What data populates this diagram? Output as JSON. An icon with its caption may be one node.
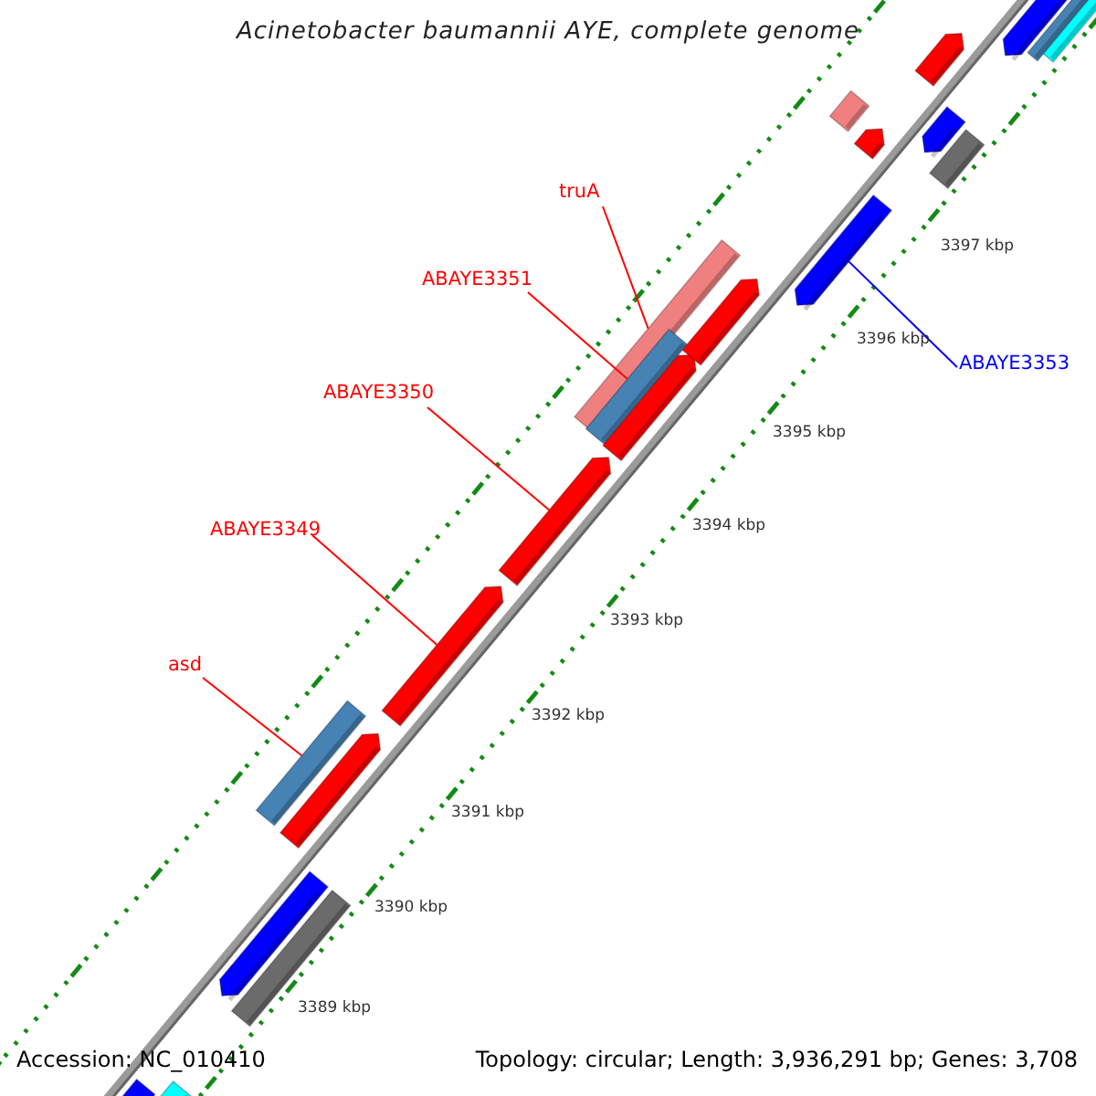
{
  "diagram": {
    "title": "Acinetobacter baumannii AYE, complete genome",
    "nodes": [
      {
        "text": [
          "truA"
        ]
      },
      {
        "text": [],
        "shape": "bar"
      },
      {
        "text": [
          "ABAYE3351"
        ]
      },
      {
        "text": [],
        "shape": "bar"
      },
      {
        "text": [
          "ABAYE3350"
        ]
      },
      {
        "text": [],
        "shape": "bar"
      },
      {
        "text": [
          "ABAYE3349"
        ]
      },
      {
        "text": [],
        "shape": "bar"
      },
      {
        "text": [
          "asd"
        ]
      },
      {
        "text": [],
        "shape": "bar"
      },
      {
        "text": [
          "ABAYE3353"
        ]
      },
      {
        "text": [],
        "shape": "bar"
      },
      {
        "text": [],
        "shape": "bar"
      },
      {
        "text": [],
        "shape": "bar"
      },
      {
        "text": [],
        "shape": "bar"
      },
      {
        "text": [],
        "shape": "bar"
      },
      {
        "text": [],
        "shape": "bar"
      },
      {
        "text": [],
        "shape": "bar"
      },
      {
        "text": [],
        "shape": "bar"
      },
      {
        "text": [],
        "shape": "bar"
      },
      {
        "text": [],
        "shape": "bar"
      },
      {
        "text": [],
        "shape": "bar"
      },
      {
        "text": [],
        "shape": "bar"
      },
      {
        "text": [],
        "shape": "bar"
      },
      {
        "text": [],
        "shape": "bar"
      },
      {
        "text": [],
        "shape": "bar"
      },
      {
        "text": [],
        "shape": "bar"
      }
    ],
    "edges": [
      {
        "from": 0,
        "to": 1,
        "arrow": "none"
      },
      {
        "from": 2,
        "to": 3,
        "arrow": "none"
      },
      {
        "from": 4,
        "to": 5,
        "arrow": "none"
      },
      {
        "from": 6,
        "to": 7,
        "arrow": "none"
      },
      {
        "from": 8,
        "to": 9,
        "arrow": "none"
      },
      {
        "from": 10,
        "to": 11,
        "arrow": "none",
        "color": "#0000ff"
      }
    ],
    "labels": [
      "3397 kbp",
      "3396 kbp",
      "3395 kbp",
      "3394 kbp",
      "3393 kbp",
      "3392 kbp",
      "3391 kbp",
      "3390 kbp",
      "3389 kbp",
      "Accession: NC_010410",
      "Topology: circular; Length: 3,936,291 bp; Genes: 3,708"
    ]
  }
}
